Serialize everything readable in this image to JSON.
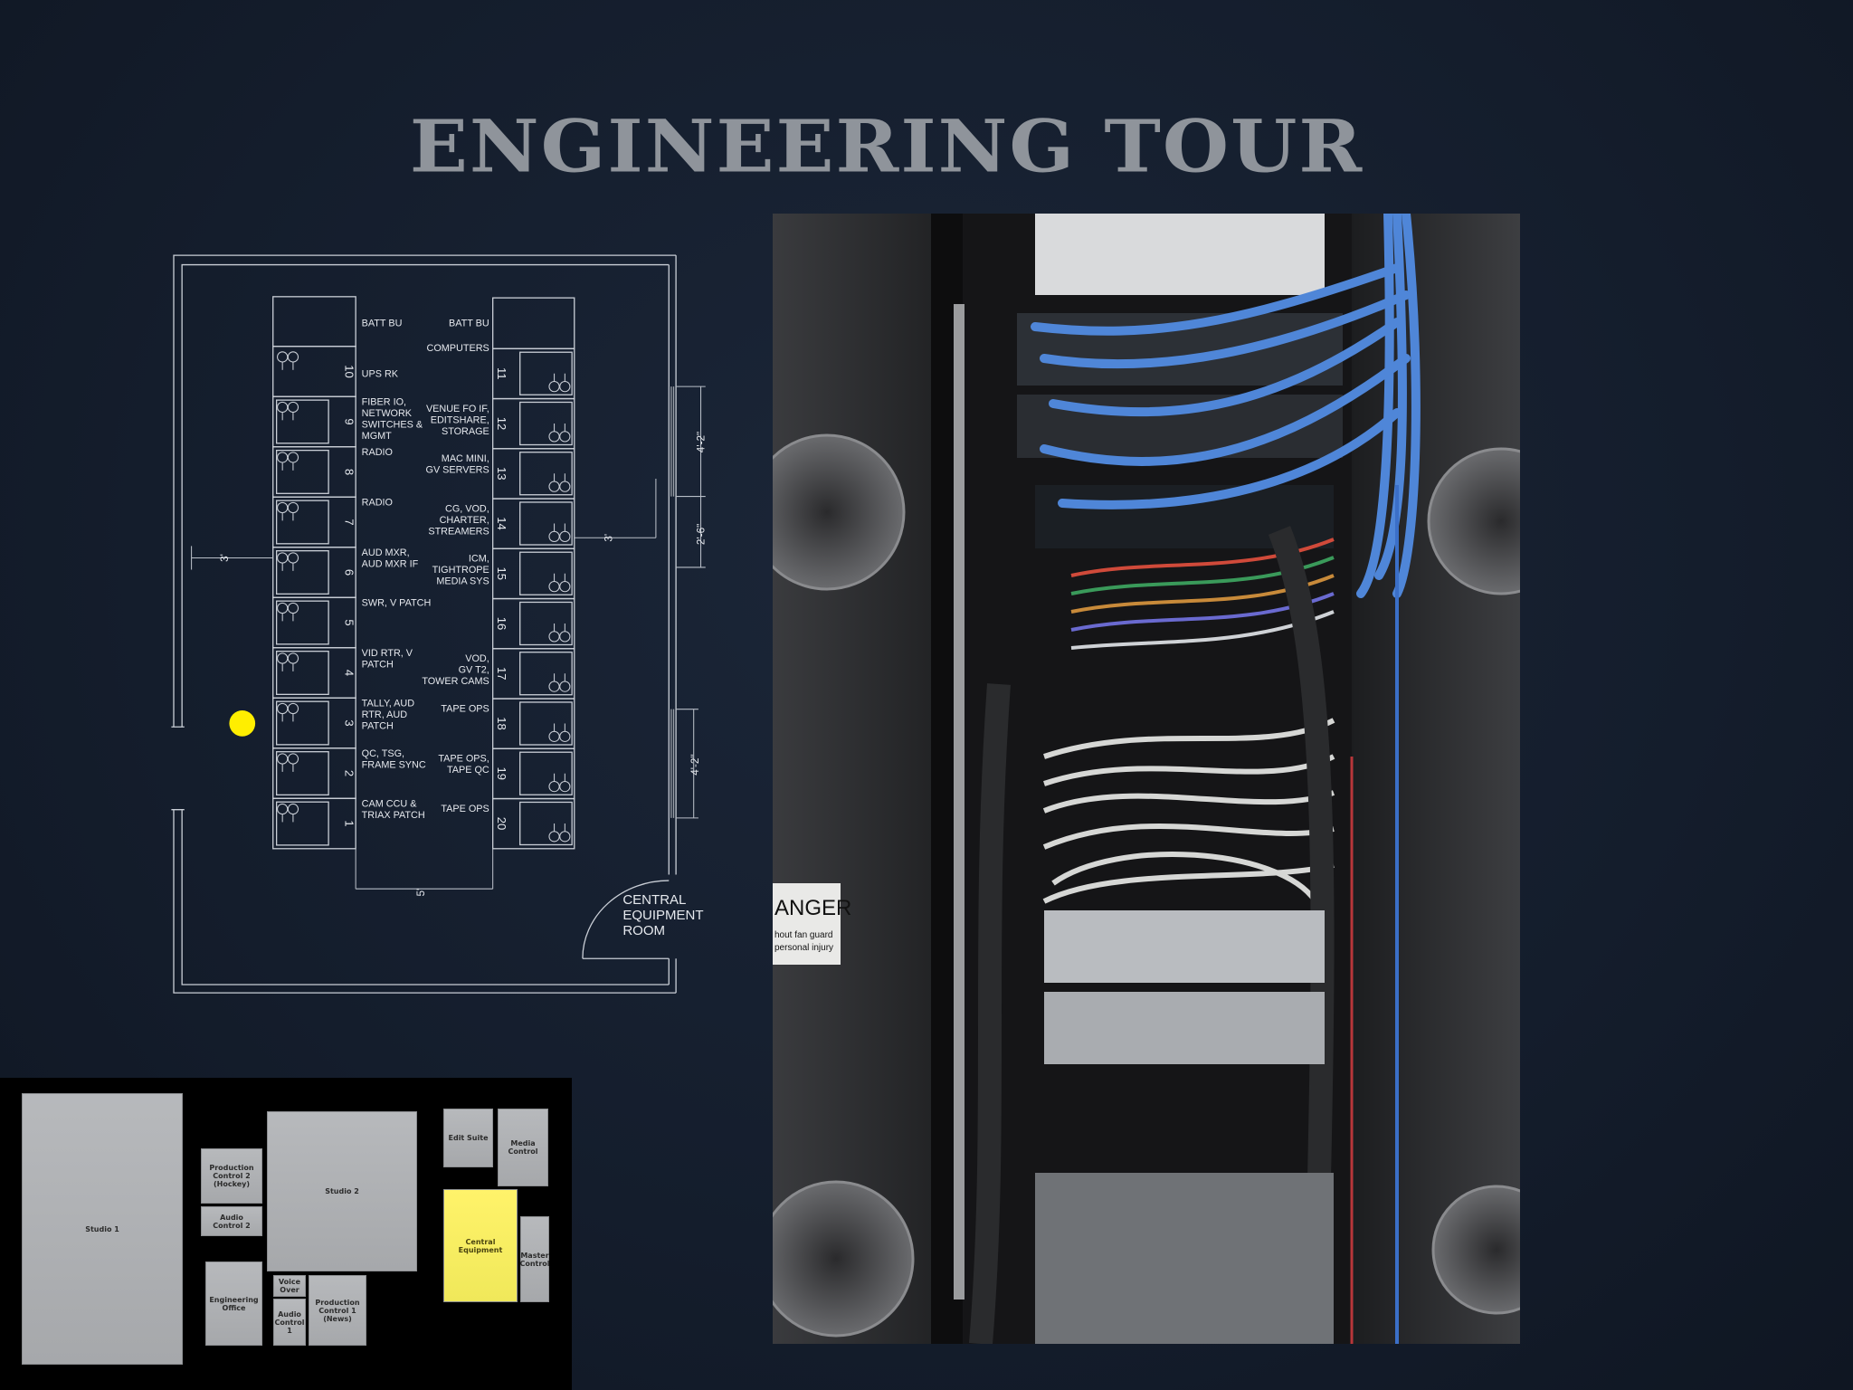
{
  "title": "ENGINEERING TOUR",
  "floor_plan": {
    "room_label": [
      "CENTRAL",
      "EQUIPMENT",
      "ROOM"
    ],
    "left_batt": "BATT BU",
    "right_batt": "BATT BU",
    "left_racks": [
      {
        "num": "10",
        "label": [
          "UPS RK"
        ]
      },
      {
        "num": "9",
        "label": [
          "FIBER IO,",
          "NETWORK",
          "SWITCHES &",
          "MGMT"
        ]
      },
      {
        "num": "8",
        "label": [
          "RADIO"
        ]
      },
      {
        "num": "7",
        "label": [
          "RADIO"
        ]
      },
      {
        "num": "6",
        "label": [
          "AUD MXR,",
          "AUD MXR IF"
        ]
      },
      {
        "num": "5",
        "label": [
          "SWR, V PATCH"
        ]
      },
      {
        "num": "4",
        "label": [
          "VID RTR, V",
          "PATCH"
        ]
      },
      {
        "num": "3",
        "label": [
          "TALLY, AUD",
          "RTR, AUD",
          "PATCH"
        ]
      },
      {
        "num": "2",
        "label": [
          "QC, TSG,",
          "FRAME SYNC"
        ]
      },
      {
        "num": "1",
        "label": [
          "CAM CCU &",
          "TRIAX PATCH"
        ]
      }
    ],
    "right_racks": [
      {
        "num": "11",
        "label": [
          "COMPUTERS"
        ]
      },
      {
        "num": "12",
        "label": [
          "VENUE FO IF,",
          "EDITSHARE,",
          "STORAGE"
        ]
      },
      {
        "num": "13",
        "label": [
          "MAC MINI,",
          "GV SERVERS"
        ]
      },
      {
        "num": "14",
        "label": [
          "CG,  VOD,",
          "CHARTER,",
          "STREAMERS"
        ]
      },
      {
        "num": "15",
        "label": [
          "ICM,",
          "TIGHTROPE",
          "MEDIA SYS"
        ]
      },
      {
        "num": "16",
        "label": []
      },
      {
        "num": "17",
        "label": [
          "VOD,",
          "GV T2,",
          "TOWER CAMS"
        ]
      },
      {
        "num": "18",
        "label": [
          "TAPE OPS"
        ]
      },
      {
        "num": "19",
        "label": [
          "TAPE OPS,",
          "TAPE QC"
        ]
      },
      {
        "num": "20",
        "label": [
          "TAPE OPS"
        ]
      }
    ],
    "dimensions": {
      "left_clearance": "3'",
      "right_clearance": "3'",
      "aisle": "5'",
      "window_top": "4'-2\"",
      "window_mid": "2'-6\"",
      "window_bottom": "4'-2\""
    },
    "marker_color": "#ffee00"
  },
  "minimap": {
    "rooms": [
      {
        "id": "studio-1",
        "label": "Studio 1"
      },
      {
        "id": "production-control-2",
        "label": "Production Control 2 (Hockey)"
      },
      {
        "id": "audio-control-2",
        "label": "Audio Control 2"
      },
      {
        "id": "studio-2",
        "label": "Studio 2"
      },
      {
        "id": "engineering-office",
        "label": "Engineering Office"
      },
      {
        "id": "voice-over",
        "label": "Voice Over"
      },
      {
        "id": "audio-control-1",
        "label": "Audio Control 1"
      },
      {
        "id": "production-control-1",
        "label": "Production Control 1 (News)"
      },
      {
        "id": "edit-suite",
        "label": "Edit Suite"
      },
      {
        "id": "media-control",
        "label": "Media Control"
      },
      {
        "id": "central-equipment",
        "label": "Central Equipment"
      },
      {
        "id": "master-control",
        "label": "Master Control"
      }
    ],
    "highlight_color": "#fff36a"
  },
  "photo": {
    "sign_text": [
      "ANGER",
      "hout fan guard",
      "personal injury"
    ]
  }
}
